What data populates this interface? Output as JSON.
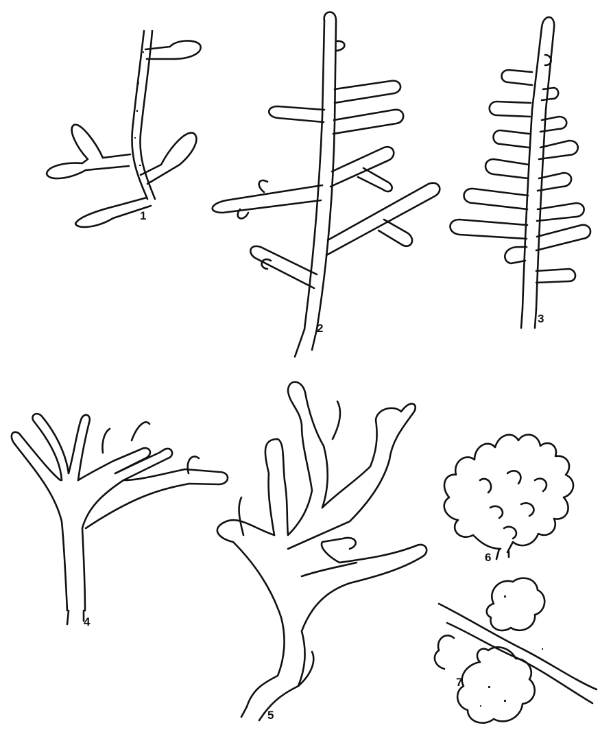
{
  "figure": {
    "labels": [
      "1",
      "2",
      "3",
      "4",
      "5",
      "6",
      "7"
    ]
  }
}
